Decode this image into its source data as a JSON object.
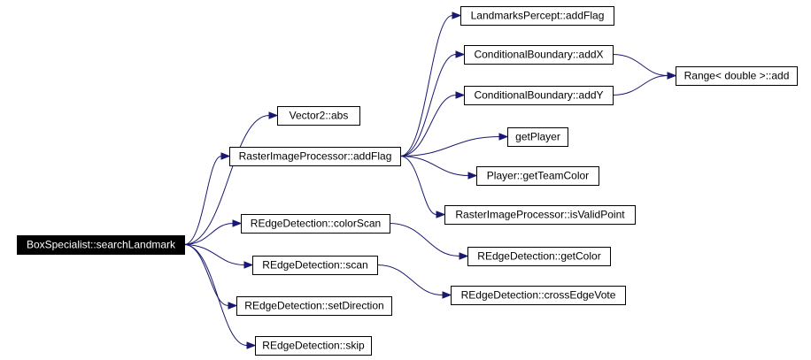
{
  "colors": {
    "edge": "#191970",
    "root_fill": "#000000",
    "node_fill": "#ffffff"
  },
  "nodes": [
    {
      "id": "n_search",
      "label": "BoxSpecialist::searchLandmark",
      "root": true
    },
    {
      "id": "n_abs",
      "label": "Vector2::abs"
    },
    {
      "id": "n_addflag",
      "label": "RasterImageProcessor::addFlag"
    },
    {
      "id": "n_lpaddflag",
      "label": "LandmarksPercept::addFlag"
    },
    {
      "id": "n_cbaddx",
      "label": "ConditionalBoundary::addX"
    },
    {
      "id": "n_cbaddy",
      "label": "ConditionalBoundary::addY"
    },
    {
      "id": "n_range",
      "label": "Range< double >::add"
    },
    {
      "id": "n_getplayer",
      "label": "getPlayer"
    },
    {
      "id": "n_teamcolor",
      "label": "Player::getTeamColor"
    },
    {
      "id": "n_valid",
      "label": "RasterImageProcessor::isValidPoint"
    },
    {
      "id": "n_colorscan",
      "label": "REdgeDetection::colorScan"
    },
    {
      "id": "n_getcolor",
      "label": "REdgeDetection::getColor"
    },
    {
      "id": "n_scan",
      "label": "REdgeDetection::scan"
    },
    {
      "id": "n_crossedge",
      "label": "REdgeDetection::crossEdgeVote"
    },
    {
      "id": "n_setdir",
      "label": "REdgeDetection::setDirection"
    },
    {
      "id": "n_skip",
      "label": "REdgeDetection::skip"
    }
  ],
  "edges": [
    {
      "from": "n_search",
      "to": "n_abs"
    },
    {
      "from": "n_search",
      "to": "n_addflag"
    },
    {
      "from": "n_search",
      "to": "n_colorscan"
    },
    {
      "from": "n_search",
      "to": "n_scan"
    },
    {
      "from": "n_search",
      "to": "n_setdir"
    },
    {
      "from": "n_search",
      "to": "n_skip"
    },
    {
      "from": "n_addflag",
      "to": "n_lpaddflag"
    },
    {
      "from": "n_addflag",
      "to": "n_cbaddx"
    },
    {
      "from": "n_addflag",
      "to": "n_cbaddy"
    },
    {
      "from": "n_addflag",
      "to": "n_getplayer"
    },
    {
      "from": "n_addflag",
      "to": "n_teamcolor"
    },
    {
      "from": "n_addflag",
      "to": "n_valid"
    },
    {
      "from": "n_cbaddx",
      "to": "n_range"
    },
    {
      "from": "n_cbaddy",
      "to": "n_range"
    },
    {
      "from": "n_colorscan",
      "to": "n_getcolor"
    },
    {
      "from": "n_scan",
      "to": "n_crossedge"
    }
  ]
}
